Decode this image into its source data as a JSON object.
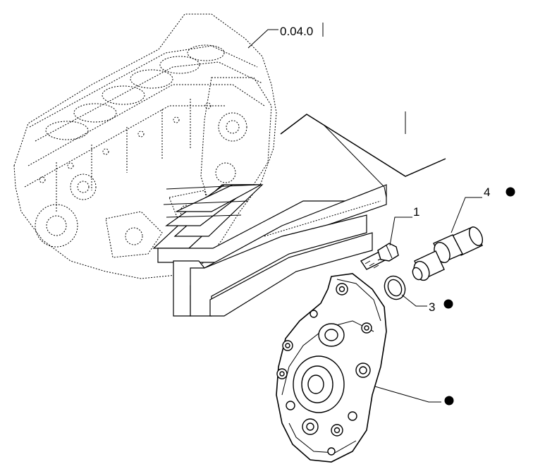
{
  "diagram": {
    "reference_label": "0.04.0",
    "callouts": [
      {
        "id": "1",
        "label": "1"
      },
      {
        "id": "3",
        "label": "3"
      },
      {
        "id": "4",
        "label": "4"
      }
    ],
    "bullet_markers": 3
  }
}
